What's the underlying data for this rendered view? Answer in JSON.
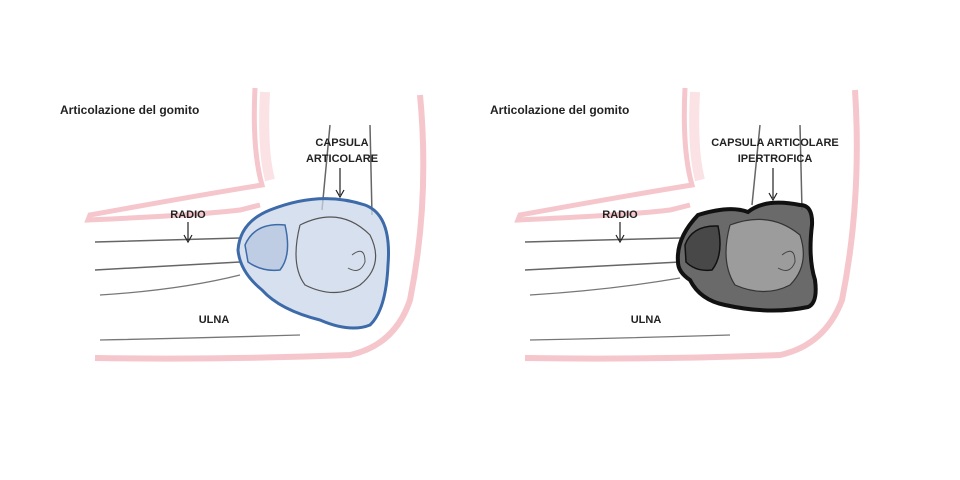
{
  "figure": {
    "left": {
      "title": "Articolazione del gomito",
      "capsule_line1": "CAPSULA",
      "capsule_line2": "ARTICOLARE",
      "radius_label": "RADIO",
      "ulna_label": "ULNA",
      "capsule_color": "#3d6aa8",
      "capsule_fill": "#c9d6ea"
    },
    "right": {
      "title": "Articolazione del gomito",
      "capsule_line1": "CAPSULA ARTICOLARE",
      "capsule_line2": "IPERTROFICA",
      "radius_label": "RADIO",
      "ulna_label": "ULNA",
      "capsule_color": "#111111",
      "capsule_fill": "#5a5a5a"
    },
    "skin_color": "#f2b8be",
    "bone_line_color": "#666666"
  }
}
